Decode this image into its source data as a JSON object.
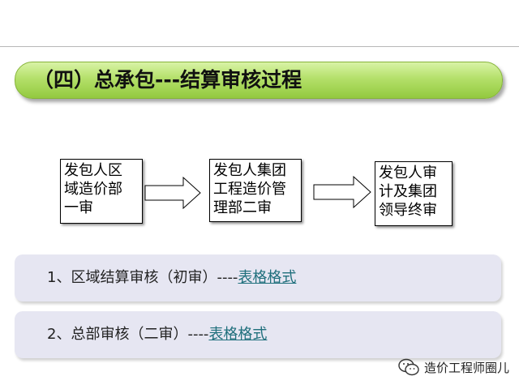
{
  "header": {
    "title": "（四）总承包---结算审核过程"
  },
  "flow": {
    "steps": [
      {
        "label": "发包人区\n域造价部\n一审"
      },
      {
        "label": "发包人集团\n工程造价管\n理部二审"
      },
      {
        "label": "发包人审\n计及集团\n领导终审"
      }
    ]
  },
  "items": [
    {
      "text": "1、区域结算审核（初审）----",
      "link": "表格格式"
    },
    {
      "text": "2、总部审核（二审）----",
      "link": "表格格式"
    }
  ],
  "watermark": {
    "icon": "wechat-icon",
    "text": "造价工程师圈儿"
  },
  "colors": {
    "title_bar": "#b4e06a",
    "item_bar": "#e6e6f2",
    "link": "#1f6f7c"
  }
}
